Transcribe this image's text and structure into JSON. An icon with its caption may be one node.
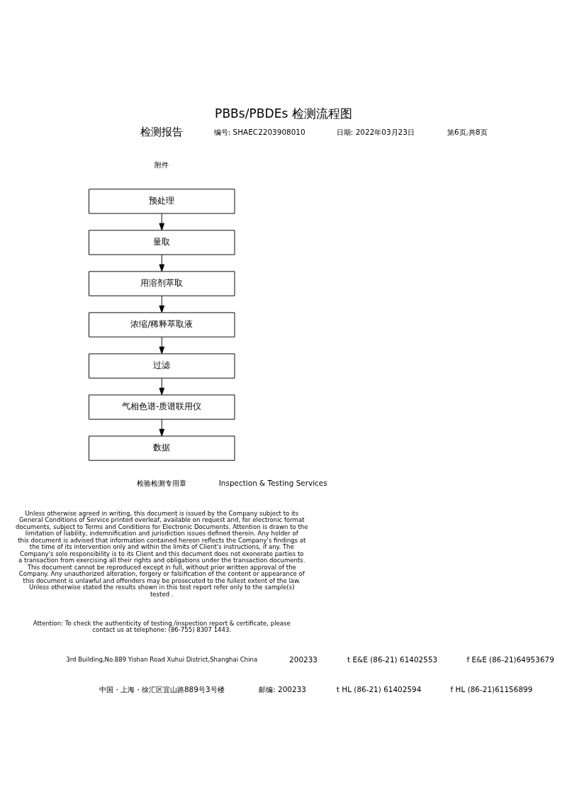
{
  "diagram": {
    "title": "PBBs/PBDEs 检测流程图",
    "nodes": [
      {
        "text": [
          "预处理"
        ]
      },
      {
        "text": [
          "量取"
        ]
      },
      {
        "text": [
          "用溶剂萃取"
        ]
      },
      {
        "text": [
          "浓缩/稀释萃取液"
        ]
      },
      {
        "text": [
          "过滤"
        ]
      },
      {
        "text": [
          "气相色谱-质谱联用仪"
        ]
      },
      {
        "text": [
          "数据"
        ]
      }
    ],
    "edges": [
      {
        "from": 0,
        "to": 1,
        "arrow": "to"
      },
      {
        "from": 1,
        "to": 2,
        "arrow": "to"
      },
      {
        "from": 2,
        "to": 3,
        "arrow": "to"
      },
      {
        "from": 3,
        "to": 4,
        "arrow": "to"
      },
      {
        "from": 4,
        "to": 5,
        "arrow": "to"
      },
      {
        "from": 5,
        "to": 6,
        "arrow": "to"
      }
    ],
    "labels": [
      "检测报告",
      "编号: SHAEC2203908010",
      "日期: 2022年03月23日",
      "第6页,共8页",
      "附件",
      "检验检测专用章",
      "Inspection & Testing Services",
      "Unless otherwise agreed in writing, this document is issued by the Company subject to its General Conditions of Service printed overleaf, available on request and, for electronic format documents, subject to Terms and Conditions for Electronic Documents. Attention is drawn to the limitation of liability, indemnification and jurisdiction issues defined therein. Any holder of this document is advised that information contained hereon reflects the Company's findings at the time of its intervention only and within the limits of Client's instructions, if any. The Company's sole responsibility is to its Client and this document does not exonerate parties to a transaction from exercising all their rights and obligations under the transaction documents. This document cannot be reproduced except in full, without prior written approval of the Company. Any unauthorized alteration, forgery or falsification of the content or appearance of this document is unlawful and offenders may be prosecuted to the fullest extent of the law. Unless otherwise stated the results shown in this test report refer only to the sample(s) tested .",
      "Attention: To check the authenticity of testing /inspection report & certificate, please contact us at telephone: (86-755) 8307 1443.",
      "3rd Building,No.889 Yishan Road Xuhui District,Shanghai China",
      "200233",
      "t E&E (86-21) 61402553",
      "f E&E (86-21)64953679",
      "中国・上海・徐汇区宜山路889号3号楼",
      "邮编: 200233",
      "t HL (86-21) 61402594",
      "f HL (86-21)61156899"
    ]
  }
}
